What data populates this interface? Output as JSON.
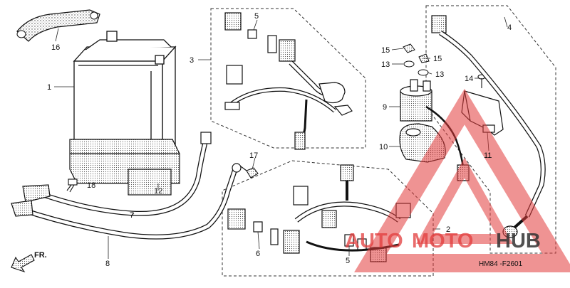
{
  "diagram": {
    "code": "HM84 -F2601",
    "direction": "FR.",
    "watermark": {
      "word1": "AUTO",
      "word2": "MOTO",
      "word3": "HUB",
      "color": "#e23b3b",
      "dark": "#222222"
    },
    "parts": {
      "p1": "1",
      "p2": "2",
      "p3": "3",
      "p4": "4",
      "p5a": "5",
      "p5b": "5",
      "p6": "6",
      "p7": "7",
      "p8": "8",
      "p9": "9",
      "p10": "10",
      "p11": "11",
      "p12": "12",
      "p13a": "13",
      "p13b": "13",
      "p14": "14",
      "p15a": "15",
      "p15b": "15",
      "p16": "16",
      "p17": "17",
      "p18": "18"
    }
  }
}
